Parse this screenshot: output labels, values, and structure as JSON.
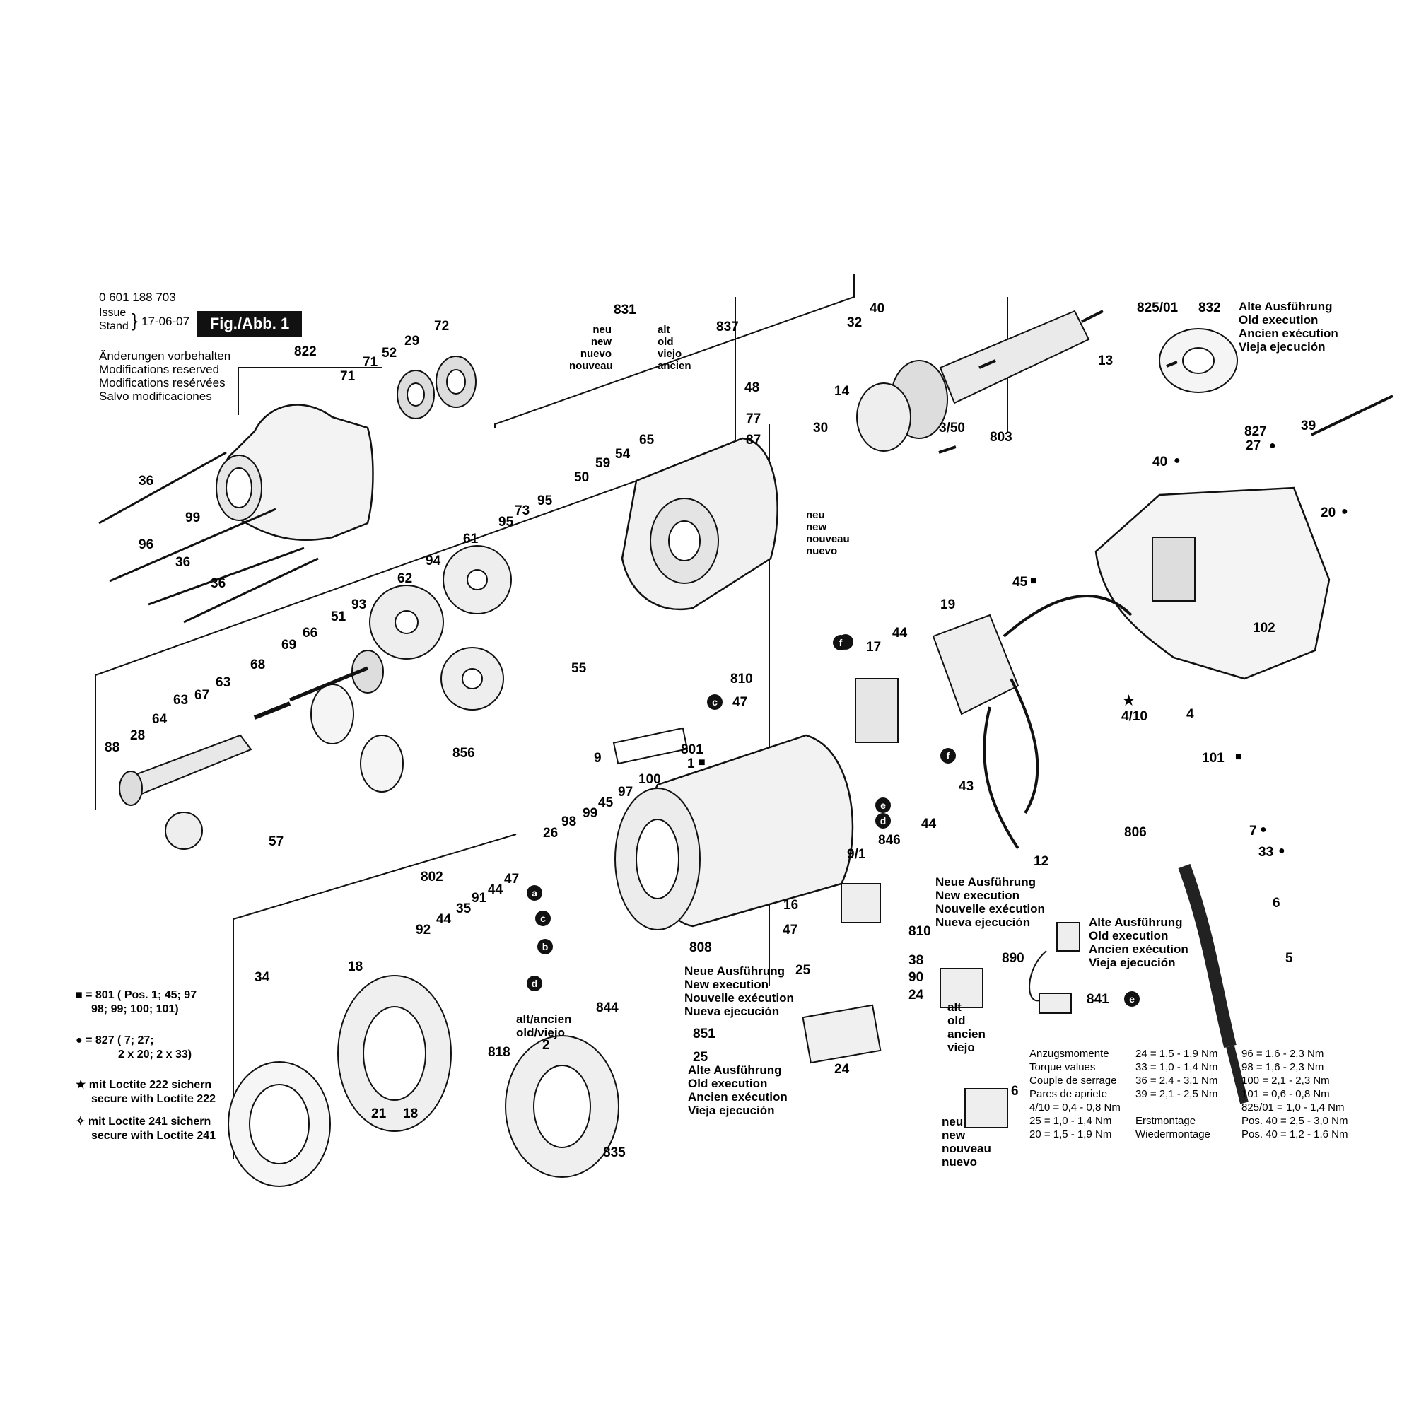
{
  "header": {
    "part_number": "0 601 188 703",
    "issue_label": "Issue",
    "stand_label": "Stand",
    "date": "17-06-07",
    "figure_badge": "Fig./Abb. 1",
    "modifications": [
      "Änderungen vorbehalten",
      "Modifications reserved",
      "Modifications resérvées",
      "Salvo modificaciones"
    ]
  },
  "callouts": {
    "c822": "822",
    "c71a": "71",
    "c71b": "71",
    "c52": "52",
    "c29": "29",
    "c72": "72",
    "c36a": "36",
    "c99a": "99",
    "c96": "96",
    "c36b": "36",
    "c36c": "36",
    "c831": "831",
    "c837": "837",
    "c32": "32",
    "c40": "40",
    "c48": "48",
    "c77": "77",
    "c87": "87",
    "c59": "59",
    "c54": "54",
    "c65": "65",
    "c50": "50",
    "c30": "30",
    "c14": "14",
    "c350": "3/50",
    "c803": "803",
    "c13": "13",
    "c82501": "825/01",
    "c832": "832",
    "c827": "827",
    "c27": "27",
    "c39": "39",
    "c40b": "40",
    "c20": "20",
    "c61": "61",
    "c73": "73",
    "c95a": "95",
    "c95b": "95",
    "c94": "94",
    "c62": "62",
    "c93": "93",
    "c51": "51",
    "c69": "69",
    "c66": "66",
    "c68": "68",
    "c55": "55",
    "c64": "64",
    "c63a": "63",
    "c67": "67",
    "c63b": "63",
    "c88": "88",
    "c28": "28",
    "c856": "856",
    "c57": "57",
    "c45a": "45",
    "c19": "19",
    "c17": "17",
    "c44a": "44",
    "c810a": "810",
    "c47a": "47",
    "c102": "102",
    "c4": "4",
    "c410": "4/10",
    "c101": "101",
    "c9": "9",
    "c801": "801",
    "c1": "1",
    "c100": "100",
    "c97": "97",
    "c45b": "45",
    "c99b": "99",
    "c98": "98",
    "c26": "26",
    "c91": "91",
    "c43": "43",
    "c846": "846",
    "c44b": "44",
    "c12": "12",
    "c806": "806",
    "c7": "7",
    "c33": "33",
    "c91b": "9/1",
    "c6": "6",
    "c5": "5",
    "c802": "802",
    "c47b": "47",
    "c44c": "44",
    "c91c": "91",
    "c35": "35",
    "c44d": "44",
    "c92": "92",
    "c18a": "18",
    "c34": "34",
    "c21": "21",
    "c18b": "18",
    "c808": "808",
    "c16": "16",
    "c47c": "47",
    "c810b": "810",
    "c25a": "25",
    "c38": "38",
    "c90": "90",
    "c24a": "24",
    "c24b": "24",
    "c851": "851",
    "c25b": "25",
    "c890": "890",
    "c841": "841",
    "c6b": "6",
    "c844": "844",
    "c2": "2",
    "c818": "818",
    "c835": "835"
  },
  "annotations": {
    "neu_831": [
      "neu",
      "new",
      "nuevo",
      "nouveau"
    ],
    "alt_831": [
      "alt",
      "old",
      "viejo",
      "ancien"
    ],
    "neu_30": [
      "neu",
      "new",
      "nouveau",
      "nuevo"
    ],
    "alte_832": [
      "Alte Ausführung",
      "Old execution",
      "Ancien exécution",
      "Vieja ejecución"
    ],
    "neue_810": [
      "Neue Ausführung",
      "New execution",
      "Nouvelle exécution",
      "Nueva ejecución"
    ],
    "alte_841": [
      "Alte Ausführung",
      "Old execution",
      "Ancien exécution",
      "Vieja ejecución"
    ],
    "neue_25": [
      "Neue Ausführung",
      "New execution",
      "Nouvelle exécution",
      "Nueva ejecución"
    ],
    "alte_25": [
      "Alte Ausführung",
      "Old execution",
      "Ancien exécution",
      "Vieja ejecución"
    ],
    "alt_890": [
      "alt",
      "old",
      "ancien",
      "viejo"
    ],
    "neu_6": [
      "neu",
      "new",
      "nouveau",
      "nuevo"
    ],
    "altancien": [
      "alt/ancien",
      "old/viejo"
    ]
  },
  "legend": {
    "square_line1": "= 801 ( Pos. 1; 45; 97",
    "square_line2": "98; 99; 100; 101)",
    "circle_line1": "= 827 ( 7; 27;",
    "circle_line2": "2 x 20; 2 x 33)",
    "star_line1": "mit Loctite 222 sichern",
    "star_line2": "secure with Loctite 222",
    "diamond_line1": "mit Loctite 241 sichern",
    "diamond_line2": "secure with Loctite 241"
  },
  "torque": {
    "rows": [
      [
        "Anzugsmomente",
        "24 = 1,5 - 1,9 Nm",
        "96 = 1,6 - 2,3 Nm"
      ],
      [
        "Torque values",
        "33 = 1,0 - 1,4 Nm",
        "98 = 1,6 - 2,3 Nm"
      ],
      [
        "Couple de serrage",
        "36 = 2,4 - 3,1 Nm",
        "100 = 2,1 - 2,3 Nm"
      ],
      [
        "Pares de apriete",
        "39 = 2,1 - 2,5 Nm",
        "101 = 0,6 - 0,8 Nm"
      ],
      [
        "4/10 = 0,4 - 0,8 Nm",
        "",
        "825/01 = 1,0 - 1,4 Nm"
      ],
      [
        "25 = 1,0 - 1,4 Nm",
        "Erstmontage",
        "Pos. 40 = 2,5 - 3,0 Nm"
      ],
      [
        "20 = 1,5 - 1,9 Nm",
        "Wiedermontage",
        "Pos. 40 = 1,2 - 1,6 Nm"
      ]
    ]
  },
  "wire_letters": [
    "a",
    "b",
    "c",
    "d",
    "e",
    "f"
  ]
}
